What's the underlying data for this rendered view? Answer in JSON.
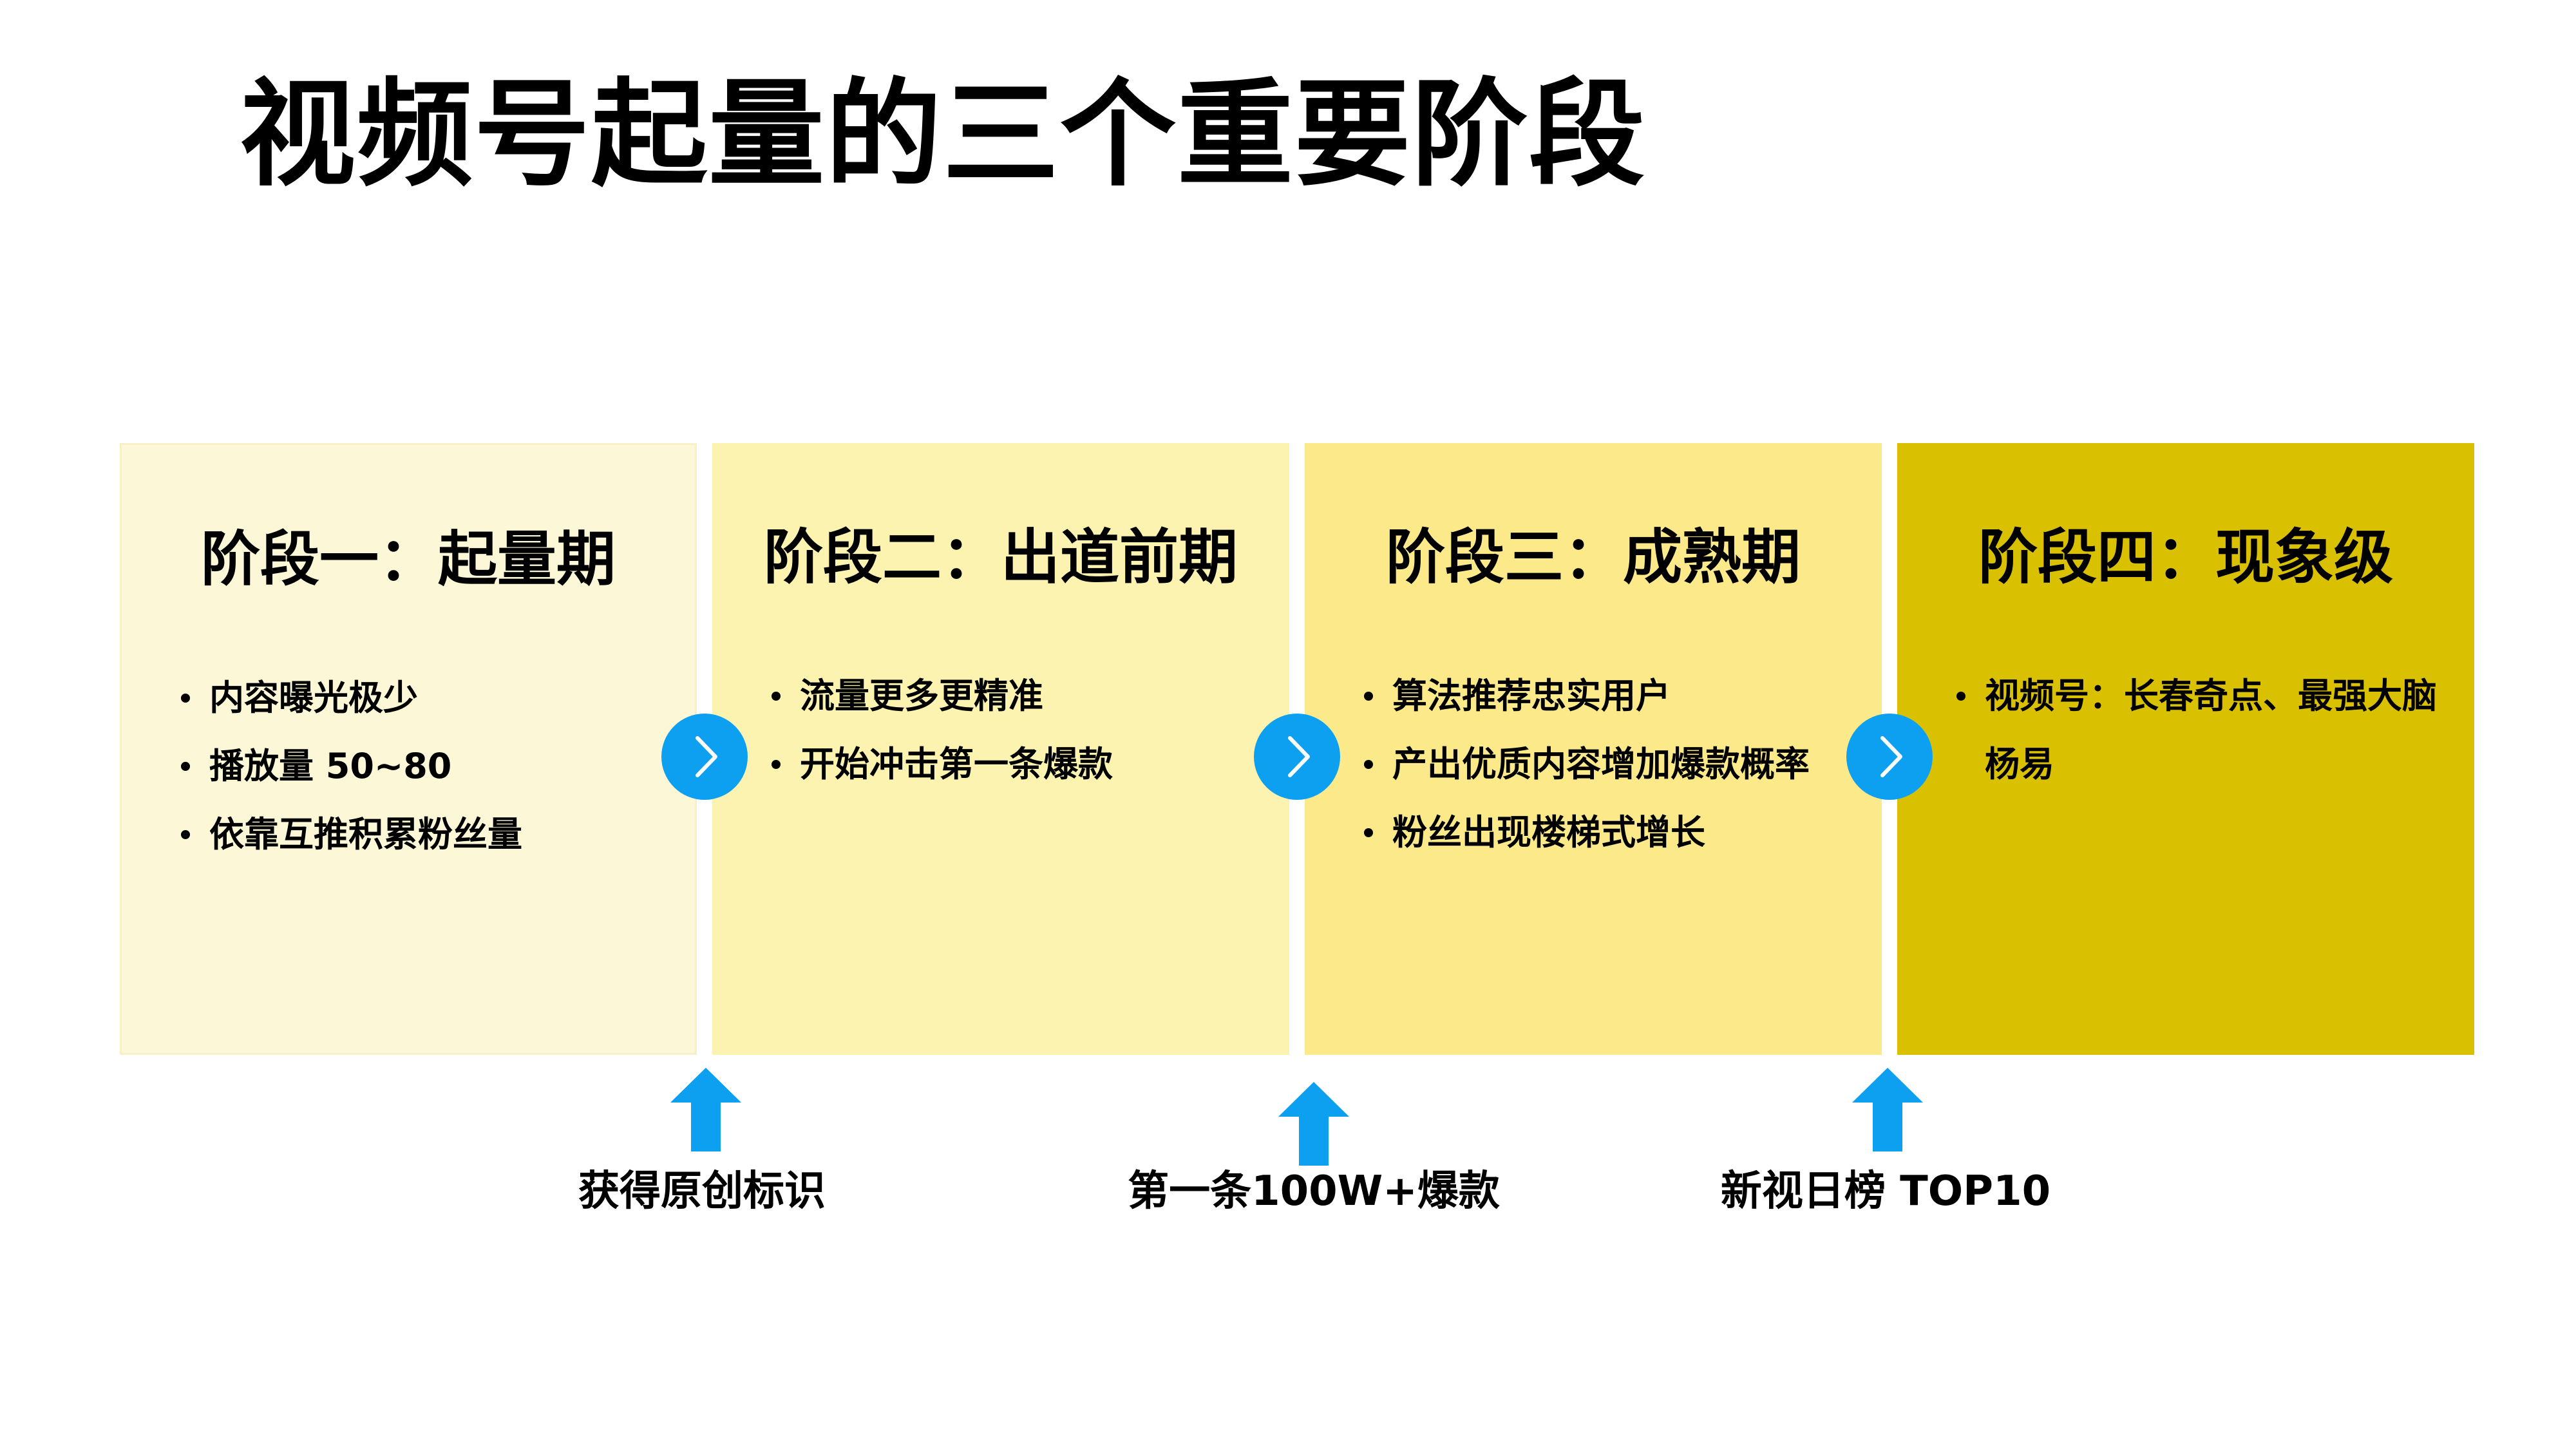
{
  "title": "视频号起量的三个重要阶段",
  "stages": [
    {
      "heading": "阶段一：起量期",
      "bullets": [
        "内容曝光极少",
        "播放量 50~80",
        "依靠互推积累粉丝量"
      ]
    },
    {
      "heading": "阶段二：出道前期",
      "bullets": [
        "流量更多更精准",
        "开始冲击第一条爆款"
      ]
    },
    {
      "heading": "阶段三：成熟期",
      "bullets": [
        "算法推荐忠实用户",
        "产出优质内容增加爆款概率",
        "粉丝出现楼梯式增长"
      ]
    },
    {
      "heading": "阶段四：现象级",
      "bullets": [
        "视频号：长春奇点、最强大脑杨易"
      ]
    }
  ],
  "milestones": [
    "获得原创标识",
    "第一条100W+爆款",
    "新视日榜 TOP10"
  ],
  "icons": {
    "connector": "chevron-right-icon",
    "milestone": "arrow-up-icon"
  },
  "colors": {
    "stage_1": "#fcf7d6",
    "stage_2": "#fcf3b0",
    "stage_3": "#fbe98a",
    "stage_4": "#d9c102",
    "accent_blue": "#0ea0f0"
  }
}
